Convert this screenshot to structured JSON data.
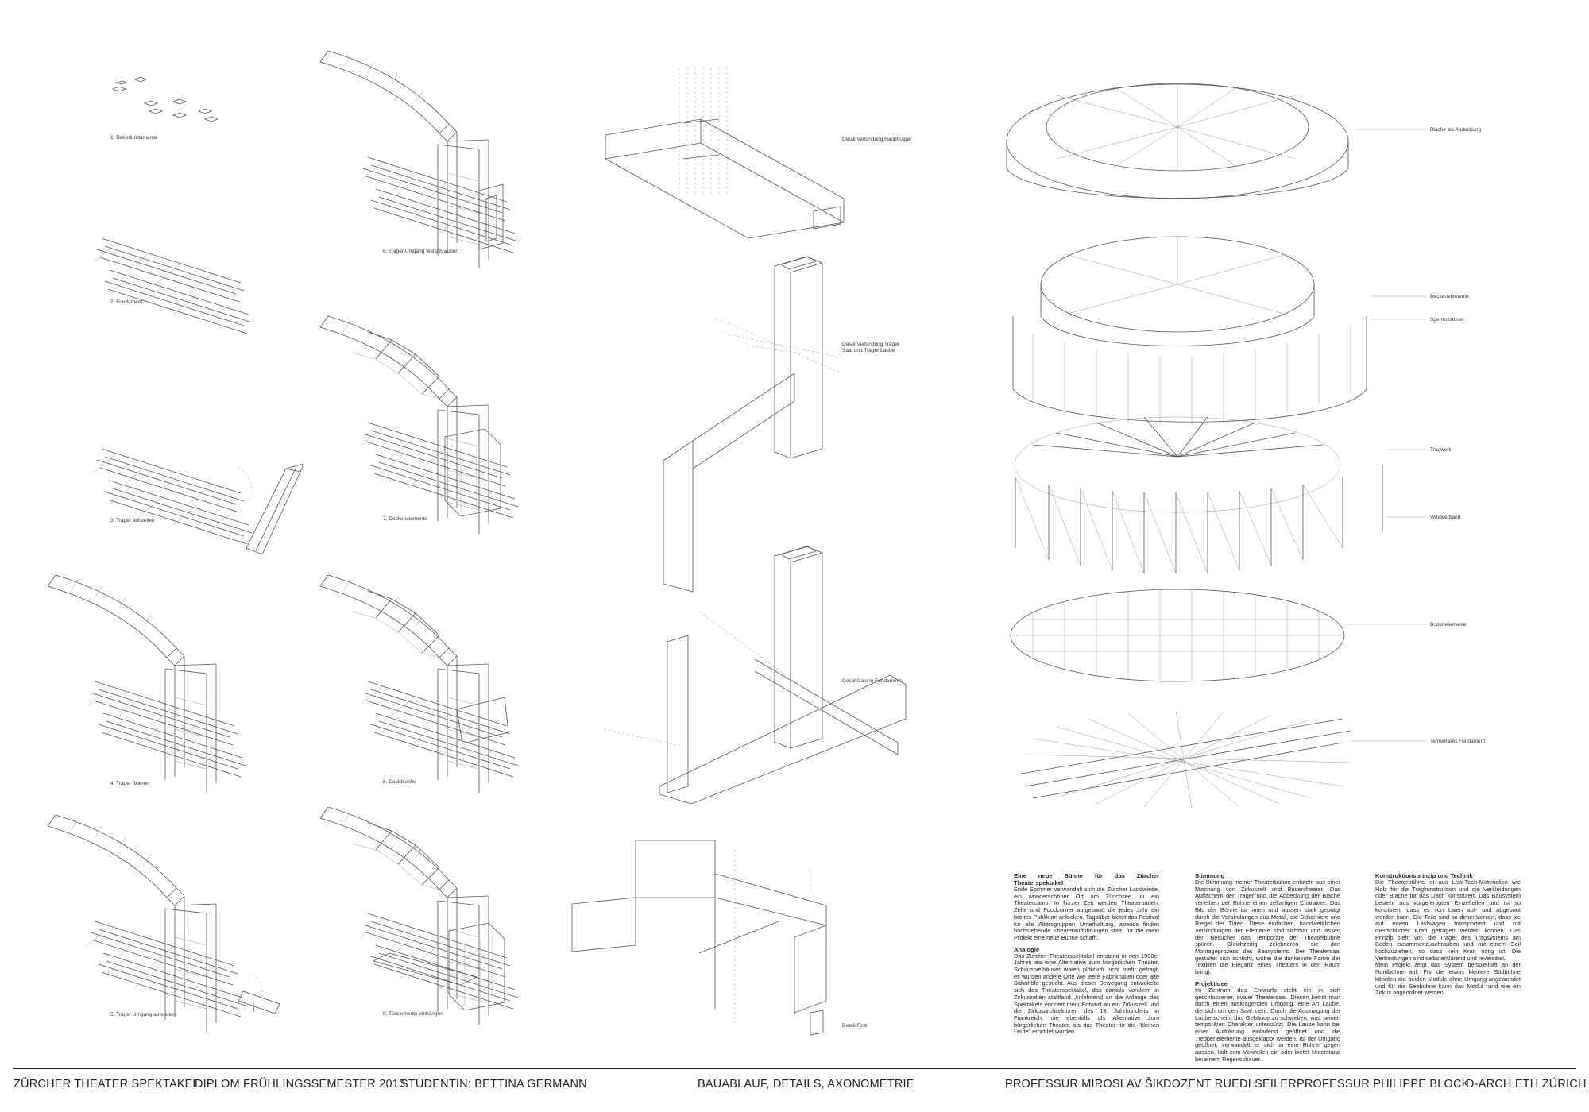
{
  "steps": {
    "s1": "1. Betonfundamente",
    "s2": "2. Fundament",
    "s3": "3. Träger aufstellen",
    "s4": "4. Träger fixieren",
    "s5": "5. Träger Umgang aufstellen",
    "s6": "6. Träger Umgang festschrauben",
    "s7": "7. Deckenelemente",
    "s8": "8. Dachbleche",
    "s9": "9. Türelemente einhängen"
  },
  "details": {
    "d1": "Detail Verbindung Hauptträger",
    "d2a": "Detail Verbindung Träger",
    "d2b": "Saal und Träger Laube",
    "d3": "Detail Galerie Fundament",
    "d4": "Detail First"
  },
  "layers": {
    "l1": "Blache als Abdeckung",
    "l2": "Deckenelemente",
    "l3": "Sperrholztüren",
    "l4": "Tragwerk",
    "l5": "Windverband",
    "l6": "Bodenelemente",
    "l7": "Temporäres Fundament"
  },
  "text": {
    "c1_h1": "Eine neue Bühne für das Zürcher Theaterspektakel",
    "c1_p1": "Ende Sommer verwandelt sich die Zürcher Landwiese, ein wunderschöner Ort am Zürichsee, in ein Theatercamp. In kurzer Zeit werden Theaterbuden, Zelte und Foodcorner aufgebaut, die jedes Jahr ein breites Publikum anlocken. Tagsüber bietet das Festival für alle Altersgruppen Unterhaltung, abends finden hochstehende Theateraufführungen statt, für die mein Projekt eine neue Bühne schafft.",
    "c1_h2": "Analogie",
    "c1_p2": "Das Zürcher Theaterspektakel entstand in den 1980er Jahren als eine Alternative zum bürgerlichen Theater. Schauspielhäuser waren plötzlich nicht mehr gefragt, es wurden andere Orte wie leere Fabrikhallen oder alte Bahnhöfe gesucht. Aus dieser Bewegung entwickelte sich das Theaterspektakel, das damals vorallem in Zirkuszelten stattfand. Anlehnend an die Anfänge des Spektakels erinnert mein Entwurf an ein Zirkuszelt und die Zirkusarchitekturen des 19. Jahrhunderts in Frankreich, die ebenfalls als Alternative zum bürgerlichen Theater, als das Theater für die \"kleinen Leute\" errichtet wurden.",
    "c2_h1": "Stimmung",
    "c2_p1": "Die Stimmung meiner Theaterbühne entsteht aus einer Mischung von Zirkuszelt und Budentheater. Das Auffächern der Träger und die Abdeckung der Blache verleihen der Bühne einen zeltartigen Charakter. Das Bild der Bühne ist innen und aussen stark geprägt durch die Verbindungen aus Metall, die Scharniere und Riegel der Türen. Diese einfachen, handwerklichen Verbindungen der Elemente sind sichtbar und lassen den Besucher das Temporäre der Theaterbühne spüren. Gleichzeitig zelebrieren sie den Montageprozess des Bausystems. Der Theatersaal gestaltet sich schlicht, wobei die dunkelrote Farbe der Textilien die Eleganz eines Theaters in den Raum bringt.",
    "c2_h2": "Projektidee",
    "c2_p2": "Im Zentrum des Entwurfs steht ein in sich geschlossener, ovaler Theatersaal. Diesen betritt man durch einen auskragenden Umgang, eine Art Laube, die sich um den Saal zieht. Durch die Auskragung der Laube scheint das Gebäude zu schweben, was seinen temporären Charakter unterstützt. Die Laube kann bei einer Aufführung einladend geöffnet und die Treppenelemente ausgeklappt werden. Ist der Umgang geöffnet, verwandelt er sich in eine Bühne gegen aussen, lädt zum Verweilen ein oder bietet Unterstand bei einem Regenschauer.",
    "c3_h1": "Konstruktionsprinzip und Technik",
    "c3_p1": "Die Theaterbühne ist aus Low-Tech-Materialien wie Holz für die Tragkonstruktion und die Verkleidungen oder Blache für das Dach konstruiert. Das Bausystem besteht aus vorgefertigten Einzelteilen und ist so konzipiert, dass es von Laien auf- und abgebaut werden kann. Die Teile sind so dimensioniert, dass sie auf einem Lastwagen transportiert und mit menschlicher Kraft getragen werden können. Das Prinzip sieht vor, die Träger des Tragsystems am Boden zusammenzuschrauben und mit einem Seil hochzuziehen, so dass kein Kran nötig ist. Die Verbindungen sind selbsterklärend und reversibel.",
    "c3_p2": "Mein Projekt zeigt das System beispielhaft an der Nordbühne auf. Für die etwas kleinere Südbühne könnten die beiden Module ohne Umgang angewendet und für die Seebühne kann das Modul rund wie ein Zirkus angeordnet werden."
  },
  "footer": {
    "f1": "ZÜRCHER THEATER SPEKTAKEL",
    "f2": "DIPLOM FRÜHLINGSSEMESTER 2013",
    "f3": "STUDENTIN: BETTINA GERMANN",
    "f4": "BAUABLAUF, DETAILS, AXONOMETRIE",
    "f5": "PROFESSUR MIROSLAV ŠIK",
    "f6": "DOZENT RUEDI SEILER",
    "f7": "PROFESSUR PHILIPPE BLOCK",
    "f8": "D-ARCH ETH ZÜRICH"
  }
}
